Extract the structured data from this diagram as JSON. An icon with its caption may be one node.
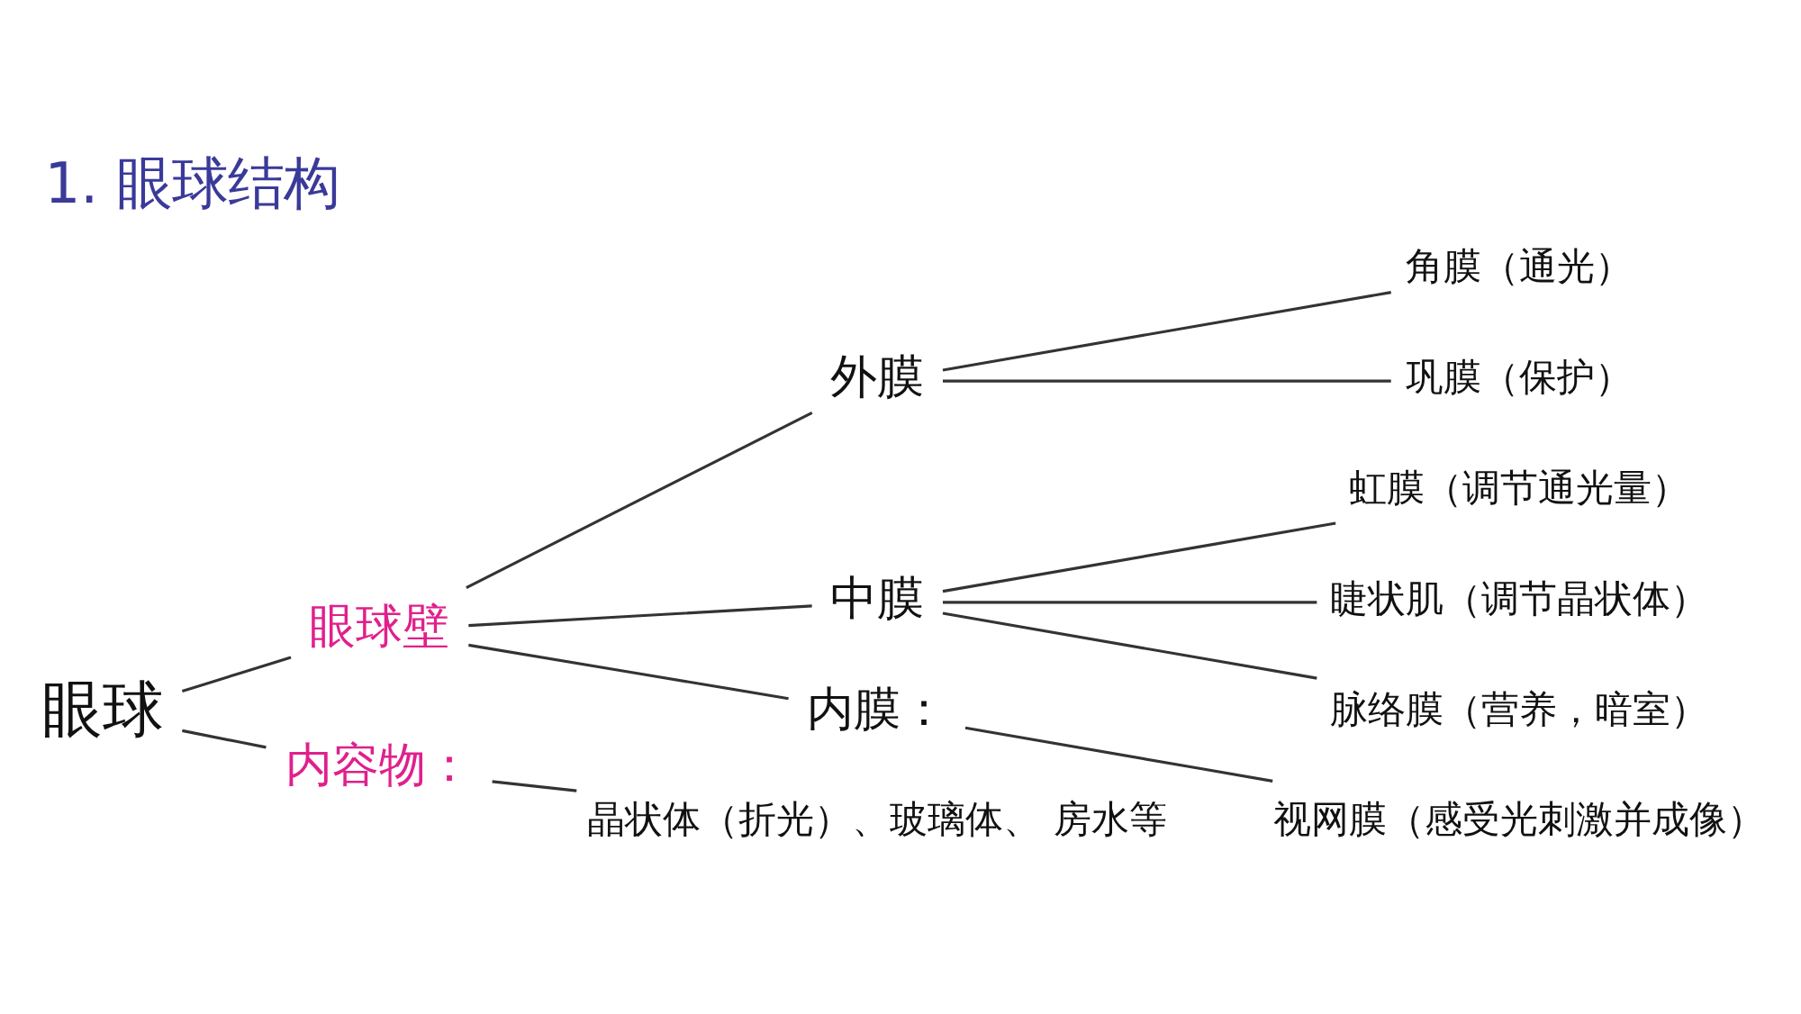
{
  "diagram": {
    "title": "1. 眼球结构",
    "nodes": [
      {
        "text": [
          "眼球"
        ]
      },
      {
        "text": [
          "眼球壁"
        ]
      },
      {
        "text": [
          "内容物："
        ]
      },
      {
        "text": [
          "外膜"
        ]
      },
      {
        "text": [
          "中膜"
        ]
      },
      {
        "text": [
          "内膜："
        ]
      },
      {
        "text": [
          "角膜（通光）"
        ]
      },
      {
        "text": [
          "巩膜（保护）"
        ]
      },
      {
        "text": [
          "虹膜（调节通光量）"
        ]
      },
      {
        "text": [
          "睫状肌（调节晶状体）"
        ]
      },
      {
        "text": [
          "脉络膜（营养，暗室）"
        ]
      },
      {
        "text": [
          "视网膜（感受光刺激并成像）"
        ]
      },
      {
        "text": [
          "晶状体（折光）、玻璃体、 房水等"
        ]
      }
    ],
    "edges": [
      {
        "from": 0,
        "to": 1,
        "arrow": "none"
      },
      {
        "from": 0,
        "to": 2,
        "arrow": "none"
      },
      {
        "from": 1,
        "to": 3,
        "arrow": "none"
      },
      {
        "from": 1,
        "to": 4,
        "arrow": "none"
      },
      {
        "from": 1,
        "to": 5,
        "arrow": "none"
      },
      {
        "from": 3,
        "to": 6,
        "arrow": "none"
      },
      {
        "from": 3,
        "to": 7,
        "arrow": "none"
      },
      {
        "from": 4,
        "to": 8,
        "arrow": "none"
      },
      {
        "from": 4,
        "to": 9,
        "arrow": "none"
      },
      {
        "from": 4,
        "to": 10,
        "arrow": "none"
      },
      {
        "from": 5,
        "to": 11,
        "arrow": "none"
      },
      {
        "from": 2,
        "to": 12,
        "arrow": "none"
      }
    ]
  }
}
